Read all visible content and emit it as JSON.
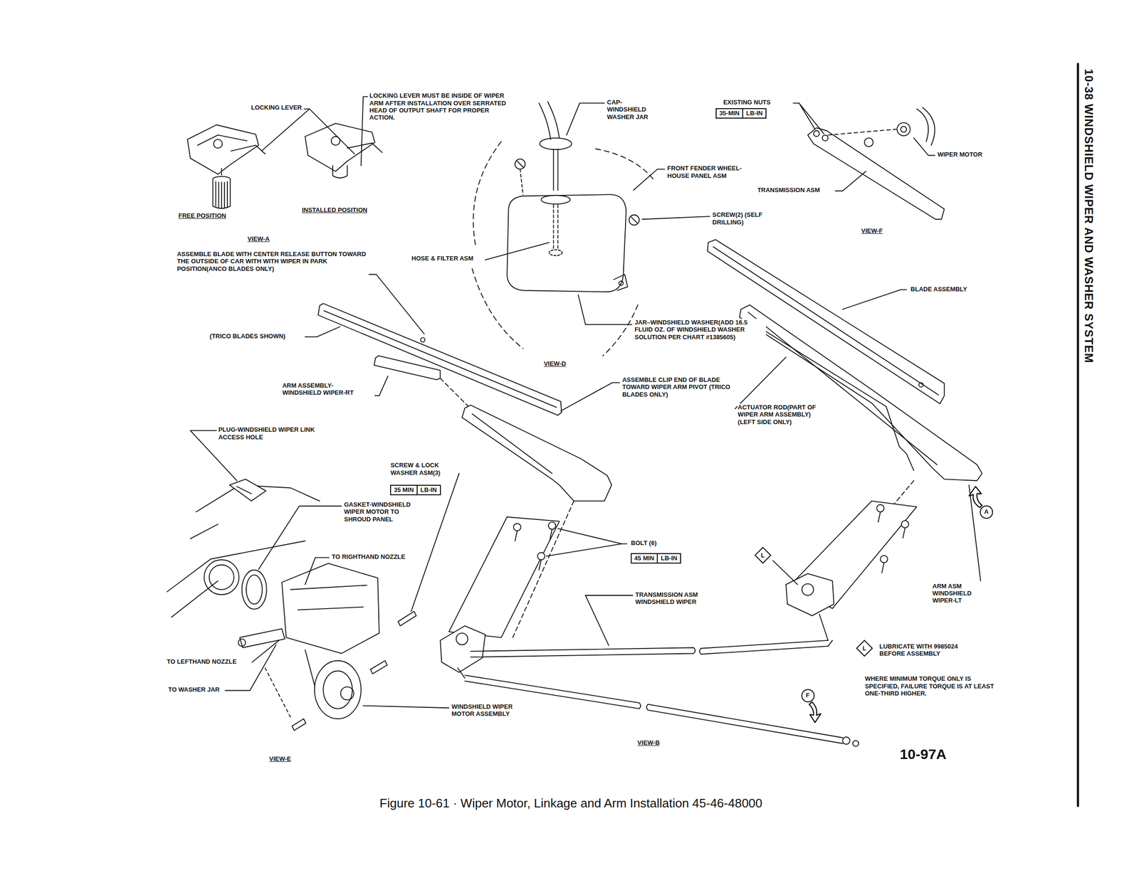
{
  "diagram": {
    "title": "10-38 WINDSHIELD WIPER AND WASHER SYSTEM",
    "caption": "Figure 10-61 · Wiper Motor, Linkage and Arm Installation 45-46-48000",
    "nodes": [
      {
        "text": [
          "35-MIN",
          "LB-IN"
        ]
      },
      {
        "text": [
          "35 MIN",
          "LB-IN"
        ]
      },
      {
        "text": [
          "45 MIN",
          "LB-IN"
        ]
      },
      {
        "text": [
          "L"
        ]
      },
      {
        "text": [
          "A"
        ]
      },
      {
        "text": [
          "F"
        ]
      },
      {
        "text": [
          "L"
        ]
      }
    ],
    "labels": [
      "LOCKING LEVER",
      "LOCKING LEVER MUST BE INSIDE OF WIPER ARM AFTER INSTALLATION OVER SERRATED HEAD OF OUTPUT SHAFT FOR PROPER ACTION.",
      "FREE POSITION",
      "INSTALLED POSITION",
      "VIEW-A",
      "ASSEMBLE BLADE WITH CENTER RELEASE BUTTON TOWARD THE OUTSIDE OF CAR WITH WITH WIPER IN PARK POSITION(ANCO BLADES ONLY)",
      "(TRICO BLADES SHOWN)",
      "ARM ASSEMBLY- WINDSHIELD WIPER-RT",
      "CAP- WINDSHIELD WASHER JAR",
      "FRONT FENDER WHEEL- HOUSE PANEL ASM",
      "SCREW(2) (SELF DRILLING)",
      "HOSE & FILTER ASM",
      "JAR–WINDSHIELD WASHER(ADD 16.5 FLUID OZ. OF WINDSHIELD WASHER SOLUTION PER CHART #1385605)",
      "VIEW-D",
      "ASSEMBLE CLIP END OF BLADE TOWARD WIPER ARM PIVOT (TRICO BLADES ONLY)",
      "EXISTING NUTS",
      "WIPER MOTOR",
      "TRANSMISSION ASM",
      "VIEW-F",
      "BLADE ASSEMBLY",
      "ACTUATOR ROD(PART OF WIPER ARM ASSEMBLY) (LEFT SIDE ONLY)",
      "PLUG-WINDSHIELD WIPER LINK ACCESS HOLE",
      "SCREW & LOCK WASHER ASM(3)",
      "GASKET-WINDSHIELD WIPER MOTOR TO SHROUD PANEL",
      "TO RIGHTHAND NOZZLE",
      "TO LEFTHAND NOZZLE",
      "TO WASHER JAR",
      "WINDSHIELD WIPER MOTOR ASSEMBLY",
      "VIEW-E",
      "BOLT (6)",
      "TRANSMISSION ASM WINDSHIELD WIPER",
      "VIEW-B",
      "ARM ASM WINDSHIELD WIPER-LT",
      "LUBRICATE WITH 9985024 BEFORE ASSEMBLY",
      "WHERE MINIMUM TORQUE ONLY IS SPECIFIED, FAILURE TORQUE IS AT LEAST ONE-THIRD HIGHER.",
      "10-97A"
    ]
  }
}
